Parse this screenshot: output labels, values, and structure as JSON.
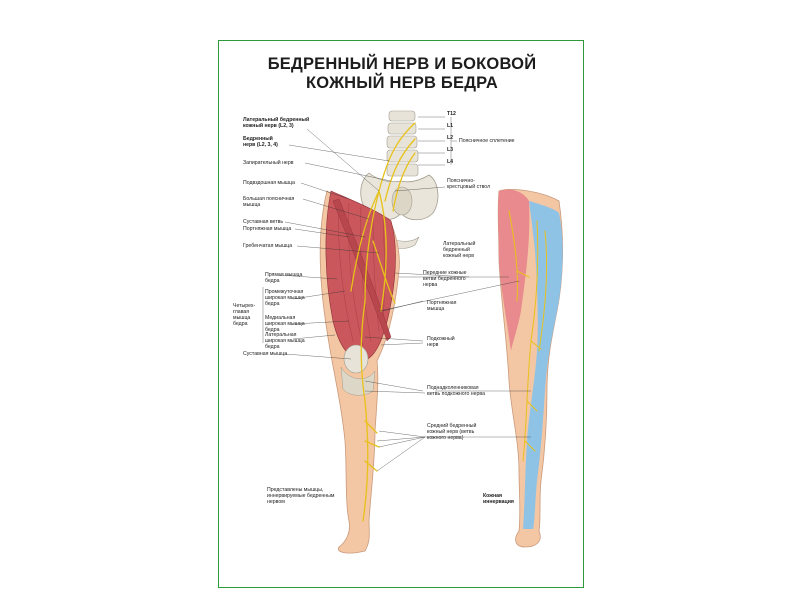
{
  "poster": {
    "title_line1": "БЕДРЕННЫЙ НЕРВ И БОКОВОЙ",
    "title_line2": "КОЖНЫЙ НЕРВ БЕДРА"
  },
  "labels_left": {
    "lateral_cutaneous": "Латеральный бедренный\nкожный нерв (L2, 3)",
    "femoral_nerve": "Бедренный\nнерв (L2, 3, 4)",
    "obturator_nerve": "Запирательный нерв",
    "iliacus": "Подвздошная мышца",
    "psoas_major": "Большая поясничная\nмышца",
    "articular_branch": "Суставная ветвь",
    "sartorius": "Портняжная мышца",
    "pectineus": "Гребенчатая мышца",
    "rectus_femoris": "Прямая мышца\nбедра",
    "vastus_intermedius": "Промежуточная\nширокая мышца\nбедра",
    "quadriceps": "Четырех-\nглавая\nмышца\nбедра",
    "vastus_medialis": "Медиальная\nширокая мышца\nбедра",
    "vastus_lateralis": "Латеральная\nширокая мышца\nбедра",
    "articular_muscle": "Суставная мышца"
  },
  "labels_right": {
    "t12": "T12",
    "l1": "L1",
    "l2": "L2",
    "l3": "L3",
    "l4": "L4",
    "lumbar_plexus": "Поясничное сплетение",
    "lumbosacral_trunk": "Пояснично-\nкрестцовый ствол",
    "lateral_cutaneous_right": "Латеральный\nбедренный\nкожный нерв",
    "anterior_cutaneous": "Передние кожные\nветви бедренного\nнерва",
    "sartorius_right": "Портняжная\nмышца",
    "saphenous": "Подкожный\nнерв",
    "infrapatellar": "Поднадколенниковая\nветвь подкожного нерва",
    "intermediate_cutaneous": "Средний бедренный\nкожный нерв (ветвь\nкожного нерва)"
  },
  "notes": {
    "muscles_note": "Представлены мышцы,\nиннервируемые бедренным\nнервом",
    "cutaneous_innervation": "Кожная\nиннервация"
  },
  "colors": {
    "frame": "#2e9a3a",
    "skin": "#f3c6a4",
    "muscle": "#c9575c",
    "bone": "#e7e3d8",
    "nerve": "#e8c21a",
    "skin_zone_red": "#e98a8e",
    "skin_zone_blue": "#8fc3e6"
  }
}
